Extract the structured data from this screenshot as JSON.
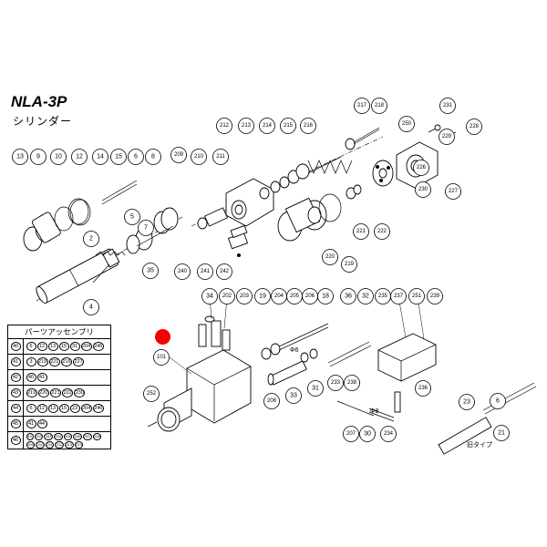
{
  "title": "NLA-3P",
  "subtitle": "シリンダー",
  "highlight_color": "#f40000",
  "callouts": {
    "p13": "13",
    "p9": "9",
    "p10": "10",
    "p12": "12",
    "p14": "14",
    "p15": "15",
    "p6": "6",
    "p8": "8",
    "p5": "5",
    "p7": "7",
    "p2": "2",
    "p4": "4",
    "p35": "35",
    "p209": "209",
    "p210": "210",
    "p211": "211",
    "p212": "212",
    "p213": "213",
    "p214": "214",
    "p215": "215",
    "p216": "216",
    "p217": "217",
    "p218": "218",
    "p231": "231",
    "p228": "228",
    "p250": "250",
    "p229": "229",
    "p227": "227",
    "p230": "230",
    "p226": "226",
    "p221": "221",
    "p222": "222",
    "p220": "220",
    "p219": "219",
    "p240": "240",
    "p241": "241",
    "p242": "242",
    "p34": "34",
    "p202": "202",
    "p203": "203",
    "p19": "19",
    "p204": "204",
    "p205": "205",
    "p206": "206",
    "p18": "18",
    "p36": "36",
    "p32": "32",
    "p235": "235",
    "p237": "237",
    "p251": "251",
    "p239": "239",
    "p101": "101",
    "p252": "252",
    "p208": "208",
    "p33": "33",
    "p31": "31",
    "p233": "233",
    "p238": "238",
    "p236": "236",
    "p207": "207",
    "p234": "234",
    "p23": "23",
    "p21": "21",
    "p30": "30",
    "p6b": "6"
  },
  "notes": {
    "phi6": "Φ6",
    "phi8": "Φ8",
    "old_type": "旧タイプ"
  },
  "assembly_table": {
    "header": "パーツアッセンブリ",
    "rows": [
      {
        "no": "40",
        "parts": [
          "6",
          "12",
          "13",
          "15",
          "31",
          "204",
          "246"
        ]
      },
      {
        "no": "41",
        "parts": [
          "3",
          "219",
          "221",
          "216",
          "227"
        ]
      },
      {
        "no": "42",
        "parts": [
          "40",
          "41"
        ]
      },
      {
        "no": "43",
        "parts": [
          "219",
          "220",
          "221",
          "222",
          "230"
        ]
      },
      {
        "no": "44",
        "parts": [
          "6",
          "12",
          "13",
          "15",
          "23",
          "204",
          "246"
        ]
      },
      {
        "no": "45",
        "parts": [
          "41",
          "44"
        ]
      },
      {
        "no": "46",
        "parts": [
          "43",
          "202",
          "203",
          "204",
          "205",
          "206",
          "207",
          "208",
          "209",
          "210",
          "211",
          "212",
          "213",
          "214"
        ]
      }
    ]
  }
}
